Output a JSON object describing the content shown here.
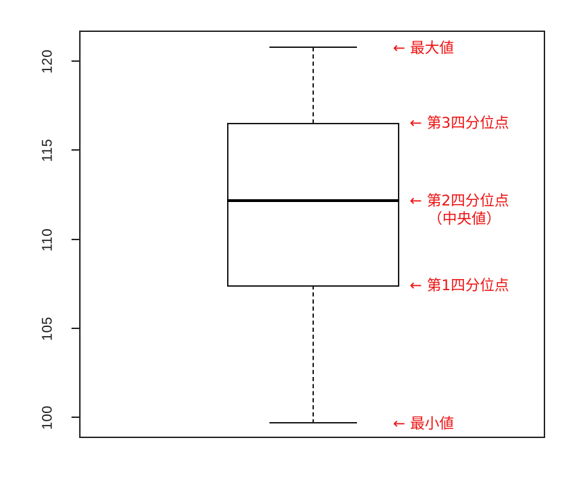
{
  "chart_data": {
    "type": "box",
    "title": "",
    "xlabel": "",
    "ylabel": "",
    "ylim": [
      97.5,
      122.5
    ],
    "grid": false,
    "legend": "none",
    "y_ticks": [
      120,
      115,
      110,
      105,
      100
    ],
    "y_tick_labels": [
      "120",
      "115",
      "110",
      "105",
      "100"
    ],
    "categories": [
      ""
    ],
    "boxes": [
      {
        "min": 99,
        "q1": 107,
        "median": 112,
        "q3": 116.5,
        "max": 121
      }
    ],
    "annotations": [
      {
        "id": "max",
        "arrow": "←",
        "label": "最大値",
        "sub": "",
        "value": 121
      },
      {
        "id": "q3",
        "arrow": "←",
        "label": "第3四分位点",
        "sub": "",
        "value": 116.5
      },
      {
        "id": "median",
        "arrow": "←",
        "label": "第2四分位点",
        "sub": "（中央値）",
        "value": 112
      },
      {
        "id": "q1",
        "arrow": "←",
        "label": "第1四分位点",
        "sub": "",
        "value": 107
      },
      {
        "id": "min",
        "arrow": "←",
        "label": "最小値",
        "sub": "",
        "value": 99
      }
    ],
    "colors": {
      "annotation": "#ee1111",
      "axis": "#262626",
      "box": "#1a1a1a",
      "median": "#000000",
      "background": "#ffffff"
    }
  }
}
